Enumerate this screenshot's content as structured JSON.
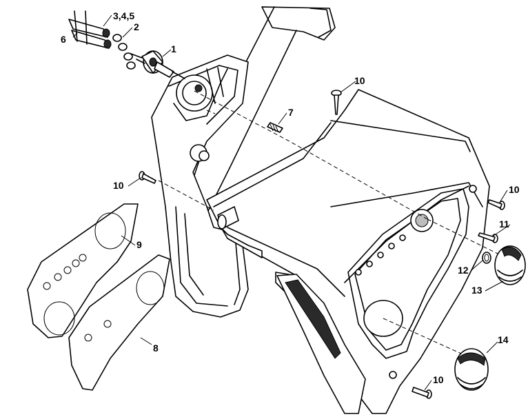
{
  "callouts": {
    "c345": "3,4,5",
    "c2": "2",
    "c6": "6",
    "c1": "1",
    "c10a": "10",
    "c7": "7",
    "c10b": "10",
    "c10c": "10",
    "c11": "11",
    "c9": "9",
    "c12": "12",
    "c13": "13",
    "c8": "8",
    "c14": "14",
    "c10d": "10"
  }
}
